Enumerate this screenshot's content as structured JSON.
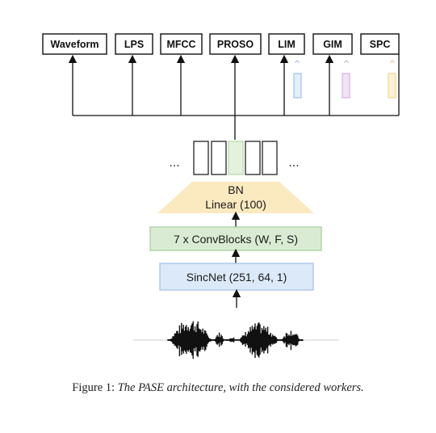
{
  "workers": [
    {
      "label": "Waveform"
    },
    {
      "label": "LPS"
    },
    {
      "label": "MFCC"
    },
    {
      "label": "PROSO"
    },
    {
      "label": "LIM",
      "accent": "#a9c4ec"
    },
    {
      "label": "GIM",
      "accent": "#d8b8e0"
    },
    {
      "label": "SPC",
      "accent": "#f4d79a"
    }
  ],
  "encoder": {
    "ellipsis_left": "...",
    "ellipsis_right": "...",
    "bn_label": "BN",
    "linear_label": "Linear (100)",
    "convblocks_label": "7 x ConvBlocks (W, F, S)",
    "sincnet_label": "SincNet (251, 64, 1)"
  },
  "colors": {
    "linear_fill": "#fbe9c0",
    "convblocks_fill": "#d9ecd3",
    "convblocks_border": "#a9cfa0",
    "sincnet_fill": "#dce9f8",
    "sincnet_border": "#a9c4ec",
    "embedding_highlight": "#e3f1de"
  },
  "caption": {
    "label": "Figure 1:",
    "text": "The PASE architecture, with the considered workers."
  }
}
